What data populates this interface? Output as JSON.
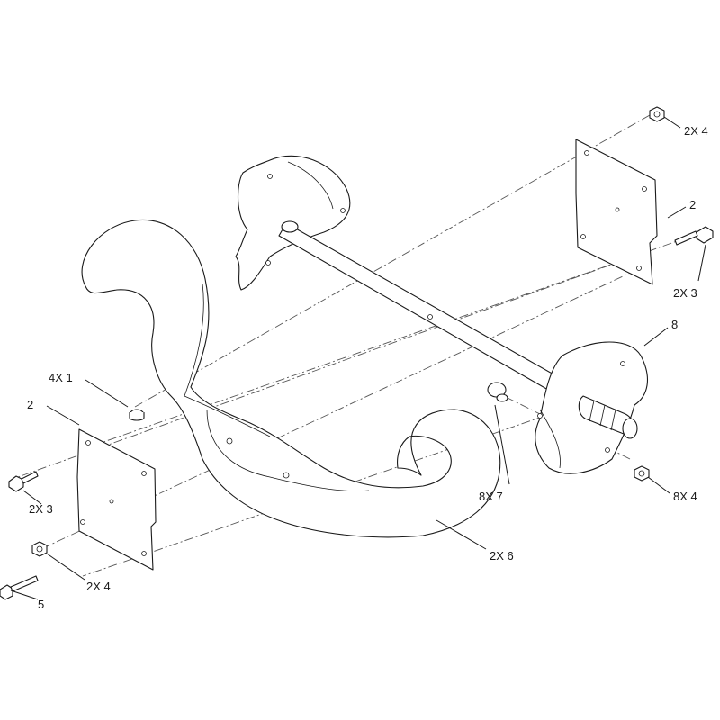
{
  "callouts": {
    "c_2x4_top": "2X 4",
    "c_2_right": "2",
    "c_2x3_right": "2X 3",
    "c_8": "8",
    "c_4x1": "4X 1",
    "c_2_left": "2",
    "c_2x3_left": "2X 3",
    "c_8x7": "8X 7",
    "c_8x4": "8X 4",
    "c_2x6": "2X 6",
    "c_2x4_bottom": "2X 4",
    "c_5": "5"
  }
}
